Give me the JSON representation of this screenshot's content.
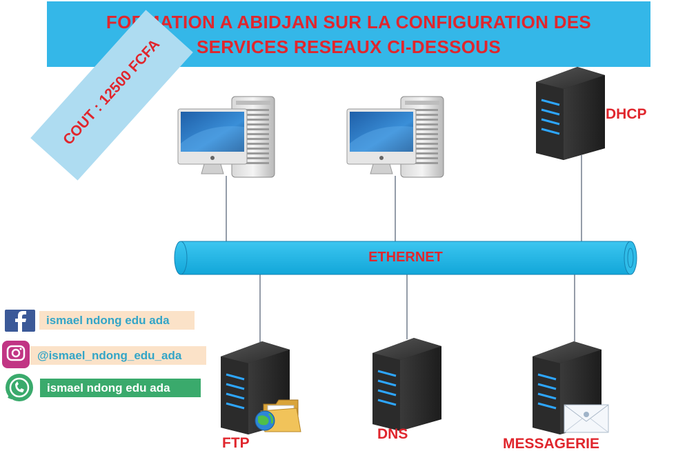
{
  "title": {
    "line1": "FORMATION A ABIDJAN SUR LA CONFIGURATION DES",
    "line2": "SERVICES RESEAUX CI-DESSOUS"
  },
  "bus_label": "ETHERNET",
  "cost": "COUT : 12500 FCFA",
  "nodes": {
    "dhcp": "DHCP",
    "ftp": "FTP",
    "dns": "DNS",
    "mail": "MESSAGERIE"
  },
  "social": {
    "facebook": "ismael ndong edu ada",
    "instagram": "@ismael_ndong_edu_ada",
    "whatsapp": "ismael ndong edu ada"
  },
  "colors": {
    "banner": "#34b7e8",
    "title_text": "#e0262d",
    "bus": "#18b4e6",
    "cost_badge": "#aedcf1",
    "whatsapp_bg": "#3aaa6c",
    "social_bg": "#fbe2c8"
  },
  "icons": [
    "imac-icon",
    "tower-pc-icon",
    "server-icon",
    "folder-icon",
    "globe-icon",
    "envelope-icon",
    "facebook-icon",
    "instagram-icon",
    "whatsapp-icon"
  ]
}
